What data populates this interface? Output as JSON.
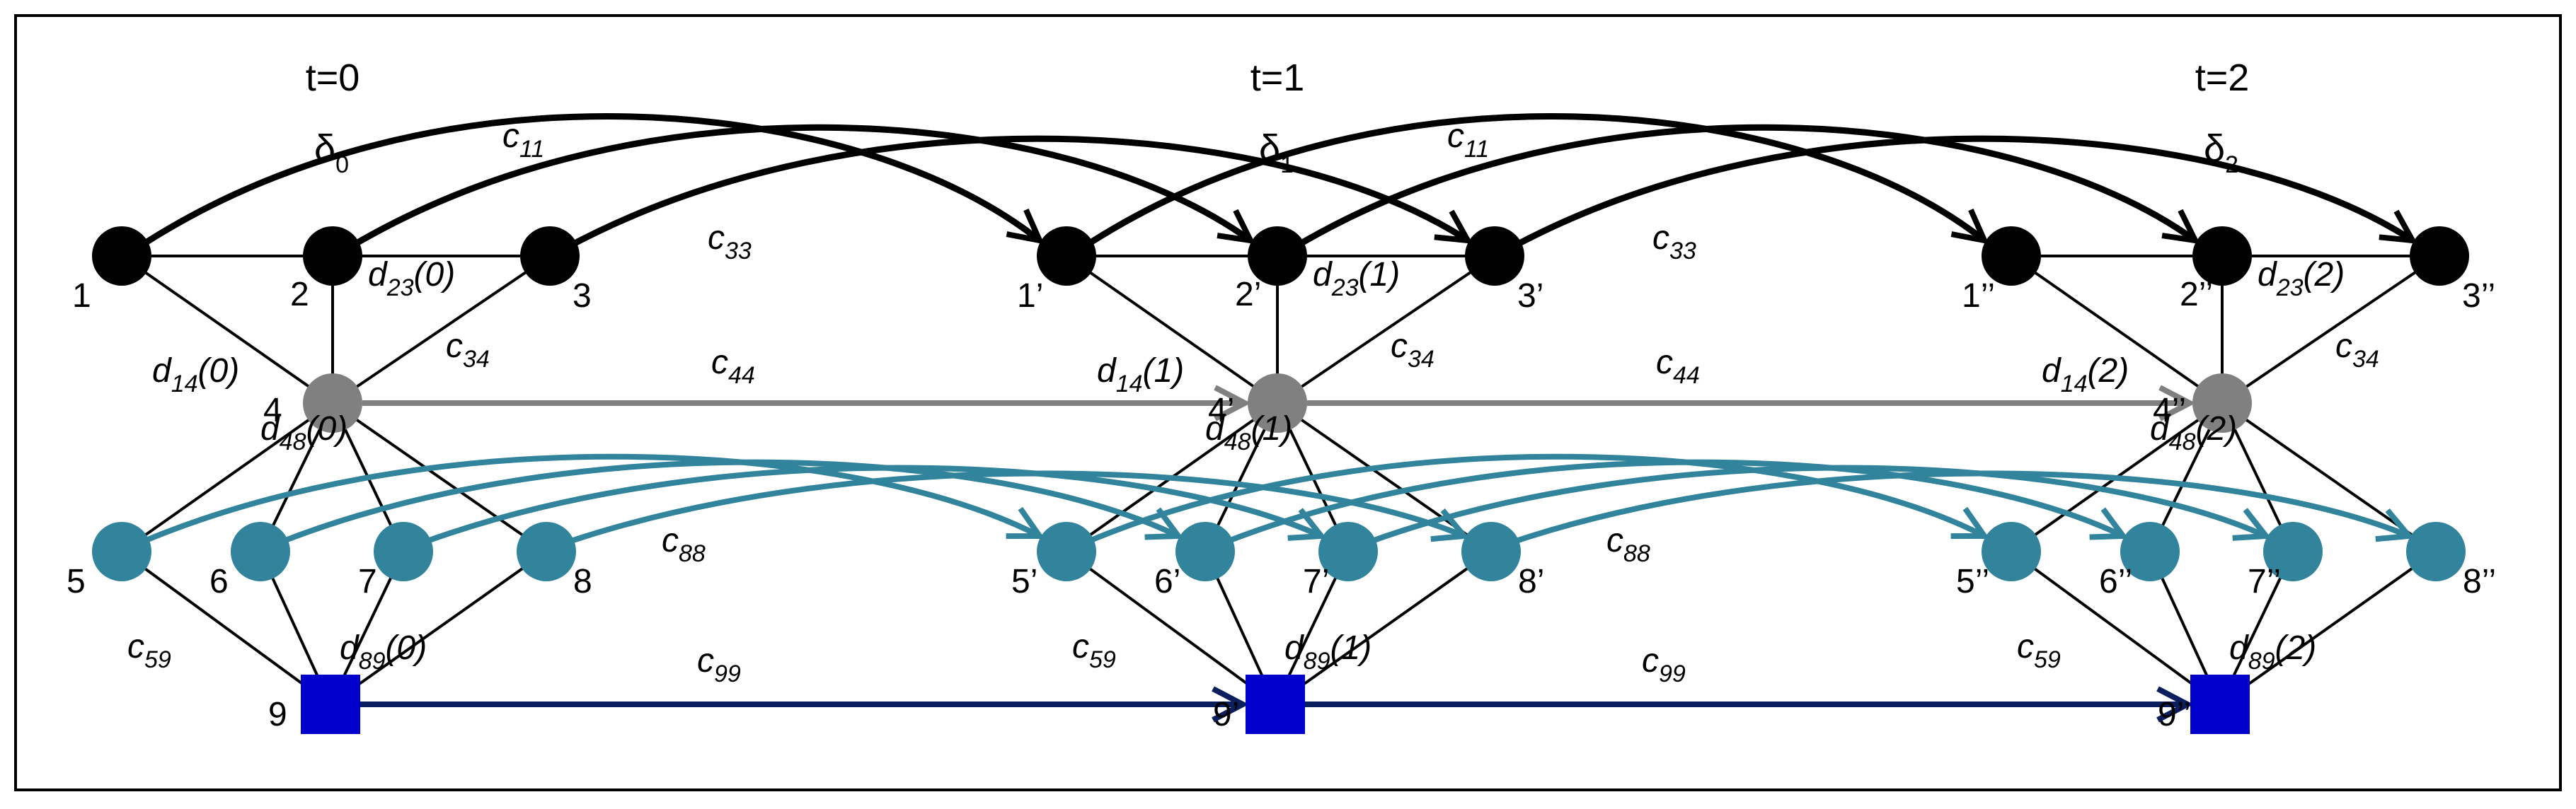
{
  "time_steps": [
    {
      "t_label": "t=0",
      "delta": "δ",
      "delta_sub": "0",
      "node_suffix": ""
    },
    {
      "t_label": "t=1",
      "delta": "δ",
      "delta_sub": "1",
      "node_suffix": "’"
    },
    {
      "t_label": "t=2",
      "delta": "δ",
      "delta_sub": "2",
      "node_suffix": "’’"
    }
  ],
  "nodes": [
    {
      "id": "1",
      "kind": "black"
    },
    {
      "id": "2",
      "kind": "black"
    },
    {
      "id": "3",
      "kind": "black"
    },
    {
      "id": "4",
      "kind": "gray"
    },
    {
      "id": "5",
      "kind": "teal"
    },
    {
      "id": "6",
      "kind": "teal"
    },
    {
      "id": "7",
      "kind": "teal"
    },
    {
      "id": "8",
      "kind": "teal"
    },
    {
      "id": "9",
      "kind": "square"
    }
  ],
  "edges": [
    [
      "1",
      "2"
    ],
    [
      "2",
      "3"
    ],
    [
      "1",
      "4"
    ],
    [
      "2",
      "4"
    ],
    [
      "3",
      "4"
    ],
    [
      "4",
      "5"
    ],
    [
      "4",
      "6"
    ],
    [
      "4",
      "7"
    ],
    [
      "4",
      "8"
    ],
    [
      "5",
      "9"
    ],
    [
      "6",
      "9"
    ],
    [
      "7",
      "9"
    ],
    [
      "8",
      "9"
    ]
  ],
  "edge_labels": [
    {
      "base": "d",
      "sub": "14",
      "suffix": "(#)"
    },
    {
      "base": "d",
      "sub": "23",
      "suffix": "(#)"
    },
    {
      "base": "c",
      "sub": "34",
      "suffix": ""
    },
    {
      "base": "d",
      "sub": "48",
      "suffix": "(#)"
    },
    {
      "base": "c",
      "sub": "59",
      "suffix": ""
    },
    {
      "base": "d",
      "sub": "89",
      "suffix": "(#)"
    }
  ],
  "transition_labels": [
    {
      "base": "c",
      "sub": "11"
    },
    {
      "base": "c",
      "sub": "33"
    },
    {
      "base": "c",
      "sub": "44"
    },
    {
      "base": "c",
      "sub": "88"
    },
    {
      "base": "c",
      "sub": "99"
    }
  ],
  "colors": {
    "black_node": "#000000",
    "gray_node": "#808080",
    "teal_node": "#31849B",
    "teal_arrow": "#31849B",
    "square_node": "#0000CC",
    "navy_arrow": "#0B1F5E",
    "edge": "#000000",
    "frame": "#000000"
  }
}
